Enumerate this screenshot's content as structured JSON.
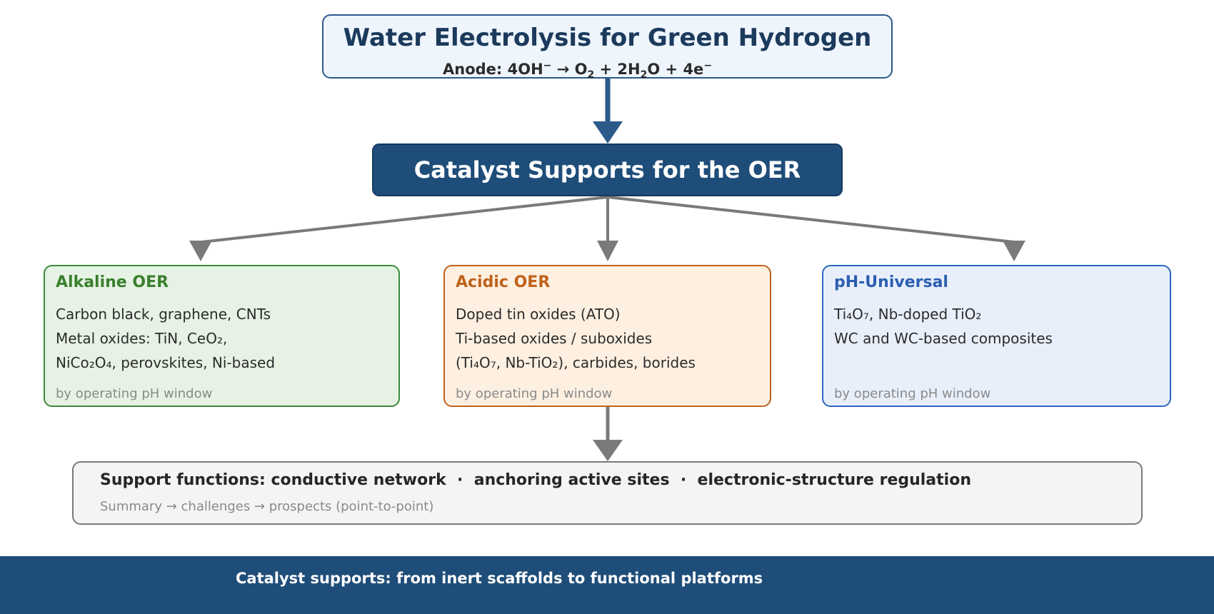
{
  "top": {
    "title": "Water Electrolysis for Green Hydrogen",
    "subtitle_parts": {
      "prefix": "Anode: 4OH",
      "sup1": "−",
      "arrow_o": " → O",
      "sub1": "2",
      "mid": " + 2H",
      "sub2": "2",
      "tail": "O + 4e",
      "sup2": "−"
    }
  },
  "main": {
    "title": "Catalyst Supports for the OER"
  },
  "categories": [
    {
      "title": "Alkaline OER",
      "color": "#3b8a3a",
      "lines": [
        "Carbon black, graphene, CNTs",
        "Metal oxides: TiN, CeO₂,",
        "NiCo₂O₄, perovskites, Ni-based"
      ],
      "footer": "by operating pH window"
    },
    {
      "title": "Acidic OER",
      "color": "#c0621b",
      "lines": [
        "Doped tin oxides (ATO)",
        "Ti-based oxides / suboxides",
        "(Ti₄O₇, Nb-TiO₂), carbides, borides"
      ],
      "footer": "by operating pH window"
    },
    {
      "title": "pH-Universal",
      "color": "#2c66c4",
      "lines": [
        "Ti₄O₇, Nb-doped TiO₂",
        "WC and WC-based composites"
      ],
      "footer": "by operating pH window"
    }
  ],
  "functions": {
    "title": "Support functions: conductive network  ·  anchoring active sites  ·  electronic-structure regulation",
    "subtitle": "Summary → challenges → prospects (point-to-point)"
  },
  "footer": {
    "text": "Catalyst supports: from inert scaffolds to functional platforms"
  },
  "colors": {
    "navy": "#1f4d79",
    "arrow_blue": "#2c5a8a",
    "arrow_gray": "#7a7a7a"
  }
}
